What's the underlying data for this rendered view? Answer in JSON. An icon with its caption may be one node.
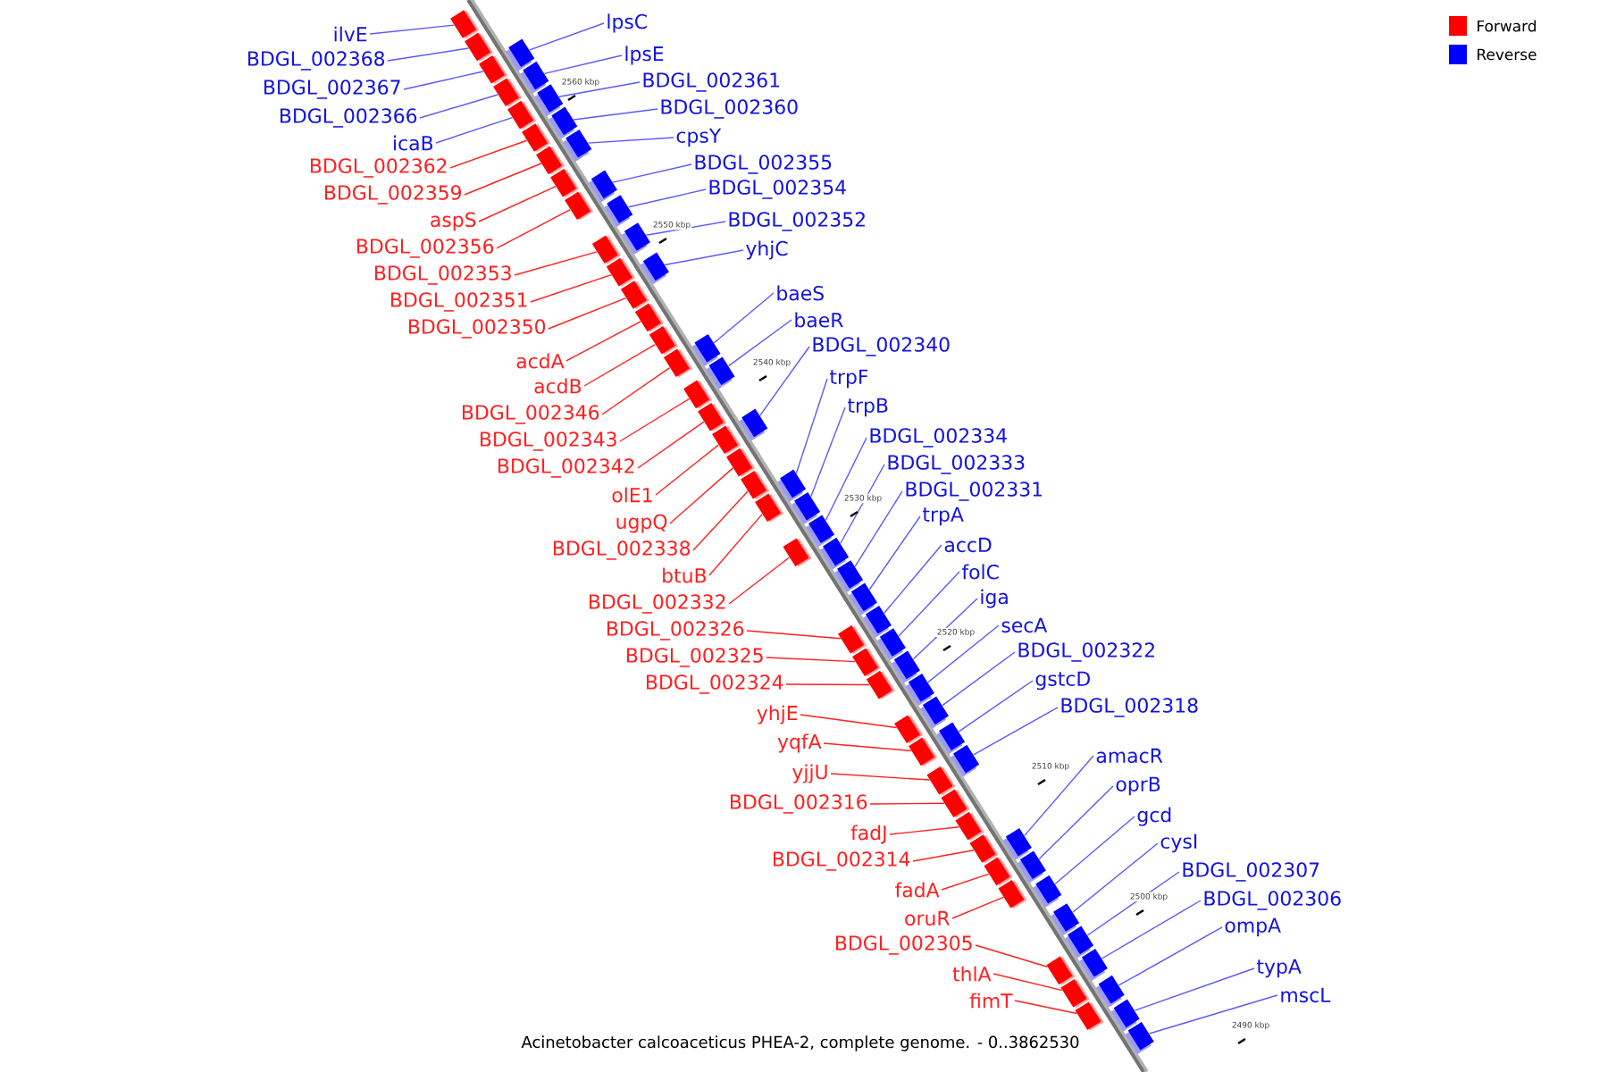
{
  "diagram": {
    "caption": "Acinetobacter calcoaceticus PHEA-2, complete genome. - 0..3862530",
    "nodes": [
      {
        "text": [
          "lpsC"
        ]
      },
      {
        "text": [
          "ilvE"
        ]
      },
      {
        "text": [
          "lpsE"
        ]
      },
      {
        "text": [
          "BDGL_002368"
        ]
      },
      {
        "text": [
          "BDGL_002361"
        ]
      },
      {
        "text": [
          "BDGL_002367"
        ]
      },
      {
        "text": [
          "BDGL_002360"
        ]
      },
      {
        "text": [
          "BDGL_002366"
        ]
      },
      {
        "text": [
          "cpsY"
        ]
      },
      {
        "text": [
          "icaB"
        ]
      },
      {
        "text": [
          "BDGL_002355"
        ]
      },
      {
        "text": [
          "BDGL_002362"
        ]
      },
      {
        "text": [
          "BDGL_002354"
        ]
      },
      {
        "text": [
          "BDGL_002359"
        ]
      },
      {
        "text": [
          "BDGL_002352"
        ]
      },
      {
        "text": [
          "aspS"
        ]
      },
      {
        "text": [
          "yhjC"
        ]
      },
      {
        "text": [
          "BDGL_002356"
        ]
      },
      {
        "text": [
          "BDGL_002353"
        ]
      },
      {
        "text": [
          "baeS"
        ]
      },
      {
        "text": [
          "BDGL_002351"
        ]
      },
      {
        "text": [
          "baeR"
        ]
      },
      {
        "text": [
          "BDGL_002350"
        ]
      },
      {
        "text": [
          "BDGL_002340"
        ]
      },
      {
        "text": [
          "acdA"
        ]
      },
      {
        "text": [
          "trpF"
        ]
      },
      {
        "text": [
          "acdB"
        ]
      },
      {
        "text": [
          "trpB"
        ]
      },
      {
        "text": [
          "BDGL_002346"
        ]
      },
      {
        "text": [
          "BDGL_002334"
        ]
      },
      {
        "text": [
          "BDGL_002343"
        ]
      },
      {
        "text": [
          "BDGL_002333"
        ]
      },
      {
        "text": [
          "BDGL_002342"
        ]
      },
      {
        "text": [
          "BDGL_002331"
        ]
      },
      {
        "text": [
          "olE1"
        ]
      },
      {
        "text": [
          "trpA"
        ]
      },
      {
        "text": [
          "ugpQ"
        ]
      },
      {
        "text": [
          "accD"
        ]
      },
      {
        "text": [
          "BDGL_002338"
        ]
      },
      {
        "text": [
          "folC"
        ]
      },
      {
        "text": [
          "btuB"
        ]
      },
      {
        "text": [
          "iga"
        ]
      },
      {
        "text": [
          "BDGL_002332"
        ]
      },
      {
        "text": [
          "secA"
        ]
      },
      {
        "text": [
          "BDGL_002326"
        ]
      },
      {
        "text": [
          "BDGL_002322"
        ]
      },
      {
        "text": [
          "BDGL_002325"
        ]
      },
      {
        "text": [
          "gstcD"
        ]
      },
      {
        "text": [
          "BDGL_002324"
        ]
      },
      {
        "text": [
          "BDGL_002318"
        ]
      },
      {
        "text": [
          "yhjE"
        ]
      },
      {
        "text": [
          "yqfA"
        ]
      },
      {
        "text": [
          "amacR"
        ]
      },
      {
        "text": [
          "yjjU"
        ]
      },
      {
        "text": [
          "oprB"
        ]
      },
      {
        "text": [
          "BDGL_002316"
        ]
      },
      {
        "text": [
          "gcd"
        ]
      },
      {
        "text": [
          "fadJ"
        ]
      },
      {
        "text": [
          "cysI"
        ]
      },
      {
        "text": [
          "BDGL_002314"
        ]
      },
      {
        "text": [
          "BDGL_002307"
        ]
      },
      {
        "text": [
          "fadA"
        ]
      },
      {
        "text": [
          "BDGL_002306"
        ]
      },
      {
        "text": [
          "oruR"
        ]
      },
      {
        "text": [
          "ompA"
        ]
      },
      {
        "text": [
          "BDGL_002305"
        ]
      },
      {
        "text": [
          "typA"
        ]
      },
      {
        "text": [
          "thlA"
        ]
      },
      {
        "text": [
          "mscL"
        ]
      },
      {
        "text": [
          "fimT"
        ]
      },
      {
        "text": [],
        "shape": "box"
      },
      {
        "text": [],
        "shape": "box"
      },
      {
        "text": [],
        "shape": "box"
      },
      {
        "text": [],
        "shape": "box"
      },
      {
        "text": [],
        "shape": "box"
      },
      {
        "text": [],
        "shape": "box"
      },
      {
        "text": [],
        "shape": "box"
      },
      {
        "text": [],
        "shape": "box"
      },
      {
        "text": [],
        "shape": "box"
      },
      {
        "text": [],
        "shape": "box"
      },
      {
        "text": [],
        "shape": "box"
      },
      {
        "text": [],
        "shape": "box"
      },
      {
        "text": [],
        "shape": "box"
      },
      {
        "text": [],
        "shape": "box"
      },
      {
        "text": [],
        "shape": "box"
      },
      {
        "text": [],
        "shape": "box"
      },
      {
        "text": [],
        "shape": "box"
      },
      {
        "text": [],
        "shape": "box"
      },
      {
        "text": [],
        "shape": "box"
      },
      {
        "text": [],
        "shape": "box"
      },
      {
        "text": [],
        "shape": "box"
      },
      {
        "text": [],
        "shape": "box"
      },
      {
        "text": [],
        "shape": "box"
      },
      {
        "text": [],
        "shape": "box"
      },
      {
        "text": [],
        "shape": "box"
      },
      {
        "text": [],
        "shape": "box"
      },
      {
        "text": [],
        "shape": "box"
      },
      {
        "text": [],
        "shape": "box"
      },
      {
        "text": [],
        "shape": "box"
      },
      {
        "text": [],
        "shape": "box"
      },
      {
        "text": [],
        "shape": "box"
      },
      {
        "text": [],
        "shape": "box"
      },
      {
        "text": [],
        "shape": "box"
      },
      {
        "text": [],
        "shape": "box"
      },
      {
        "text": [],
        "shape": "box"
      },
      {
        "text": [],
        "shape": "box"
      },
      {
        "text": [],
        "shape": "box"
      },
      {
        "text": [],
        "shape": "box"
      },
      {
        "text": [],
        "shape": "box"
      },
      {
        "text": [],
        "shape": "box"
      },
      {
        "text": [],
        "shape": "box"
      },
      {
        "text": [],
        "shape": "box"
      },
      {
        "text": [],
        "shape": "box"
      },
      {
        "text": [],
        "shape": "box"
      },
      {
        "text": [],
        "shape": "box"
      },
      {
        "text": [],
        "shape": "box"
      },
      {
        "text": [],
        "shape": "box"
      },
      {
        "text": [],
        "shape": "box"
      },
      {
        "text": [],
        "shape": "box"
      },
      {
        "text": [],
        "shape": "box"
      },
      {
        "text": [],
        "shape": "box"
      },
      {
        "text": [],
        "shape": "box"
      },
      {
        "text": [],
        "shape": "box"
      },
      {
        "text": [],
        "shape": "box"
      },
      {
        "text": [],
        "shape": "box"
      },
      {
        "text": [],
        "shape": "box"
      },
      {
        "text": [],
        "shape": "box"
      },
      {
        "text": [],
        "shape": "box"
      },
      {
        "text": [],
        "shape": "box"
      },
      {
        "text": [],
        "shape": "box"
      },
      {
        "text": [],
        "shape": "box"
      },
      {
        "text": [],
        "shape": "box"
      },
      {
        "text": [],
        "shape": "box"
      },
      {
        "text": [],
        "shape": "box"
      },
      {
        "text": [],
        "shape": "box"
      },
      {
        "text": [],
        "shape": "box"
      },
      {
        "text": [],
        "shape": "box"
      },
      {
        "text": [],
        "shape": "box"
      },
      {
        "text": [],
        "shape": "box"
      },
      {
        "text": [],
        "shape": "box"
      }
    ],
    "edges": [
      {
        "from": 0,
        "to": 70,
        "arrow": "none"
      },
      {
        "from": 1,
        "to": 71,
        "arrow": "none"
      },
      {
        "from": 2,
        "to": 72,
        "arrow": "none"
      },
      {
        "from": 3,
        "to": 73,
        "arrow": "none"
      },
      {
        "from": 4,
        "to": 74,
        "arrow": "none"
      },
      {
        "from": 5,
        "to": 75,
        "arrow": "none"
      },
      {
        "from": 6,
        "to": 76,
        "arrow": "none"
      },
      {
        "from": 7,
        "to": 77,
        "arrow": "none"
      },
      {
        "from": 8,
        "to": 78,
        "arrow": "none"
      },
      {
        "from": 9,
        "to": 79,
        "arrow": "none"
      },
      {
        "from": 10,
        "to": 80,
        "arrow": "none"
      },
      {
        "from": 11,
        "to": 81,
        "arrow": "none",
        "color": "#ff2020"
      },
      {
        "from": 12,
        "to": 82,
        "arrow": "none"
      },
      {
        "from": 13,
        "to": 83,
        "arrow": "none",
        "color": "#ff2020"
      },
      {
        "from": 14,
        "to": 84,
        "arrow": "none"
      },
      {
        "from": 15,
        "to": 85,
        "arrow": "none",
        "color": "#ff2020"
      },
      {
        "from": 16,
        "to": 86,
        "arrow": "none"
      },
      {
        "from": 17,
        "to": 87,
        "arrow": "none",
        "color": "#ff2020"
      },
      {
        "from": 18,
        "to": 88,
        "arrow": "none",
        "color": "#ff2020"
      },
      {
        "from": 19,
        "to": 89,
        "arrow": "none"
      },
      {
        "from": 20,
        "to": 90,
        "arrow": "none",
        "color": "#ff2020"
      },
      {
        "from": 21,
        "to": 91,
        "arrow": "none"
      },
      {
        "from": 22,
        "to": 92,
        "arrow": "none",
        "color": "#ff2020"
      },
      {
        "from": 23,
        "to": 93,
        "arrow": "none"
      },
      {
        "from": 24,
        "to": 94,
        "arrow": "none",
        "color": "#ff2020"
      },
      {
        "from": 25,
        "to": 95,
        "arrow": "none"
      },
      {
        "from": 26,
        "to": 96,
        "arrow": "none",
        "color": "#ff2020"
      },
      {
        "from": 27,
        "to": 97,
        "arrow": "none"
      },
      {
        "from": 28,
        "to": 98,
        "arrow": "none",
        "color": "#ff2020"
      },
      {
        "from": 29,
        "to": 99,
        "arrow": "none"
      },
      {
        "from": 30,
        "to": 100,
        "arrow": "none",
        "color": "#ff2020"
      },
      {
        "from": 31,
        "to": 101,
        "arrow": "none"
      },
      {
        "from": 32,
        "to": 102,
        "arrow": "none",
        "color": "#ff2020"
      },
      {
        "from": 33,
        "to": 103,
        "arrow": "none"
      },
      {
        "from": 34,
        "to": 104,
        "arrow": "none",
        "color": "#ff2020"
      },
      {
        "from": 35,
        "to": 105,
        "arrow": "none"
      },
      {
        "from": 36,
        "to": 106,
        "arrow": "none",
        "color": "#ff2020"
      },
      {
        "from": 37,
        "to": 107,
        "arrow": "none"
      },
      {
        "from": 38,
        "to": 108,
        "arrow": "none",
        "color": "#ff2020"
      },
      {
        "from": 39,
        "to": 109,
        "arrow": "none"
      },
      {
        "from": 40,
        "to": 110,
        "arrow": "none",
        "color": "#ff2020"
      },
      {
        "from": 41,
        "to": 111,
        "arrow": "none"
      },
      {
        "from": 42,
        "to": 112,
        "arrow": "none",
        "color": "#ff2020"
      },
      {
        "from": 43,
        "to": 113,
        "arrow": "none"
      },
      {
        "from": 44,
        "to": 114,
        "arrow": "none",
        "color": "#ff2020"
      },
      {
        "from": 45,
        "to": 115,
        "arrow": "none"
      },
      {
        "from": 46,
        "to": 116,
        "arrow": "none",
        "color": "#ff2020"
      },
      {
        "from": 47,
        "to": 117,
        "arrow": "none"
      },
      {
        "from": 48,
        "to": 118,
        "arrow": "none",
        "color": "#ff2020"
      },
      {
        "from": 49,
        "to": 119,
        "arrow": "none"
      },
      {
        "from": 50,
        "to": 120,
        "arrow": "none",
        "color": "#ff2020"
      },
      {
        "from": 51,
        "to": 121,
        "arrow": "none",
        "color": "#ff2020"
      },
      {
        "from": 52,
        "to": 122,
        "arrow": "none"
      },
      {
        "from": 53,
        "to": 123,
        "arrow": "none",
        "color": "#ff2020"
      },
      {
        "from": 54,
        "to": 124,
        "arrow": "none"
      },
      {
        "from": 55,
        "to": 125,
        "arrow": "none",
        "color": "#ff2020"
      },
      {
        "from": 56,
        "to": 126,
        "arrow": "none"
      },
      {
        "from": 57,
        "to": 127,
        "arrow": "none",
        "color": "#ff2020"
      },
      {
        "from": 58,
        "to": 128,
        "arrow": "none"
      },
      {
        "from": 59,
        "to": 129,
        "arrow": "none",
        "color": "#ff2020"
      },
      {
        "from": 60,
        "to": 130,
        "arrow": "none"
      },
      {
        "from": 61,
        "to": 131,
        "arrow": "none",
        "color": "#ff2020"
      },
      {
        "from": 62,
        "to": 132,
        "arrow": "none"
      },
      {
        "from": 63,
        "to": 133,
        "arrow": "none",
        "color": "#ff2020"
      },
      {
        "from": 64,
        "to": 134,
        "arrow": "none"
      },
      {
        "from": 65,
        "to": 135,
        "arrow": "none",
        "color": "#ff2020"
      },
      {
        "from": 66,
        "to": 136,
        "arrow": "none"
      },
      {
        "from": 67,
        "to": 137,
        "arrow": "none",
        "color": "#ff2020"
      },
      {
        "from": 68,
        "to": 138,
        "arrow": "none"
      },
      {
        "from": 69,
        "to": 139,
        "arrow": "none",
        "color": "#ff2020"
      }
    ],
    "labels": [
      "2560 kbp",
      "2550 kbp",
      "2540 kbp",
      "2530 kbp",
      "2520 kbp",
      "2510 kbp",
      "2500 kbp",
      "2490 kbp"
    ],
    "legend": [
      {
        "text": "Forward",
        "color": "#ff0000"
      },
      {
        "text": "Reverse",
        "color": "#0000ff"
      }
    ]
  }
}
